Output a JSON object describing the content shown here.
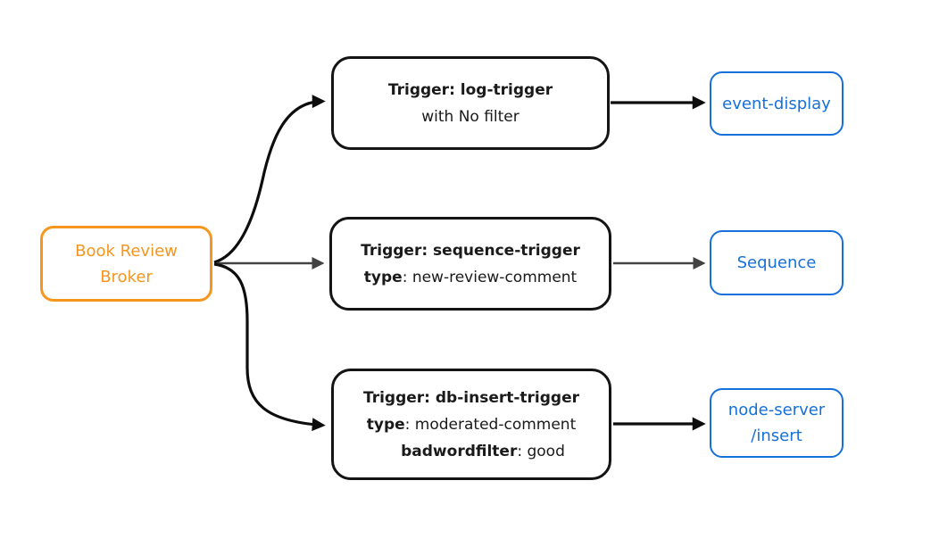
{
  "colors": {
    "background": "#ffffff",
    "orange": "#f5961e",
    "blue": "#1670d9",
    "ink": "#141414",
    "edge_black": "#0d0d0d",
    "edge_gray": "#424242"
  },
  "broker": {
    "line1": "Book Review",
    "line2": "Broker"
  },
  "rows": [
    {
      "trigger": {
        "title": "Trigger: log-trigger",
        "subtitle": "with No filter"
      },
      "target": {
        "label": "event-display"
      }
    },
    {
      "trigger": {
        "title": "Trigger: sequence-trigger",
        "attr_name": "type",
        "attr_value": ": new-review-comment"
      },
      "target": {
        "label": "Sequence"
      }
    },
    {
      "trigger": {
        "title": "Trigger: db-insert-trigger",
        "attr_name": "type",
        "attr_value": ": moderated-comment",
        "attr2_name": "badwordfilter",
        "attr2_value": ": good"
      },
      "target": {
        "label_line1": "node-server",
        "label_line2": "/insert"
      }
    }
  ]
}
